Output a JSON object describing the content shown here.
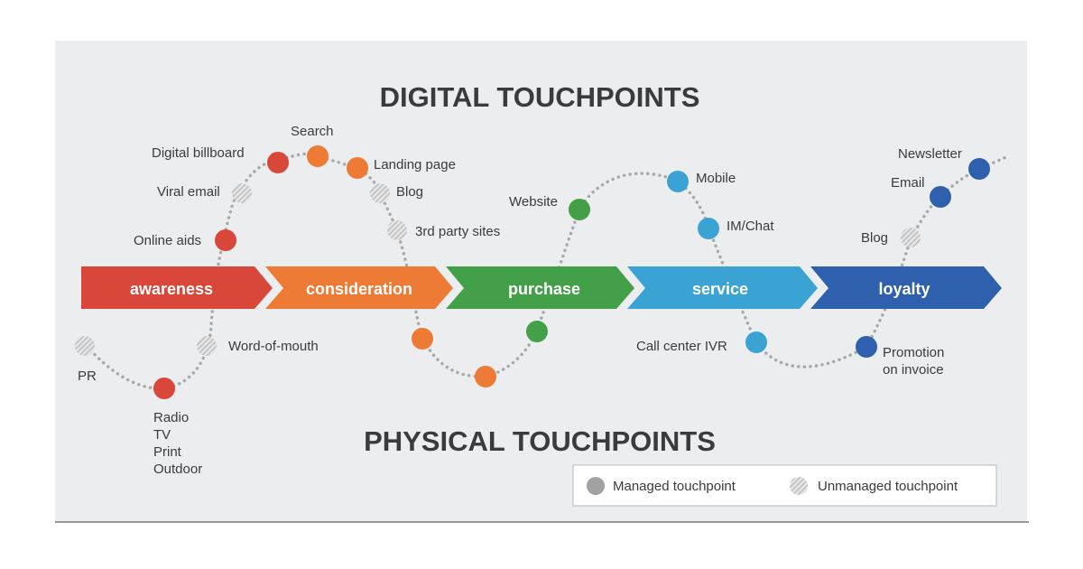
{
  "titles": {
    "digital": "DIGITAL TOUCHPOINTS",
    "physical": "PHYSICAL TOUCHPOINTS"
  },
  "stages": [
    {
      "label": "awareness",
      "color": "#d9473a"
    },
    {
      "label": "consideration",
      "color": "#ed7a35"
    },
    {
      "label": "purchase",
      "color": "#43a048"
    },
    {
      "label": "service",
      "color": "#3aa3d4"
    },
    {
      "label": "loyalty",
      "color": "#2f60ad"
    }
  ],
  "touchpoints": {
    "pr": {
      "label": "PR",
      "managed": false
    },
    "radio": {
      "label": "Radio",
      "managed": true
    },
    "tv": {
      "label": "TV"
    },
    "print": {
      "label": "Print"
    },
    "outdoor": {
      "label": "Outdoor"
    },
    "word_of_mouth": {
      "label": "Word-of-mouth",
      "managed": false
    },
    "online_aids": {
      "label": "Online aids",
      "managed": true
    },
    "viral_email": {
      "label": "Viral email",
      "managed": false
    },
    "digital_billboard": {
      "label": "Digital billboard",
      "managed": true
    },
    "search": {
      "label": "Search",
      "managed": true
    },
    "landing_page": {
      "label": "Landing page",
      "managed": true
    },
    "blog_consideration": {
      "label": "Blog",
      "managed": false
    },
    "third_party_sites": {
      "label": "3rd party sites",
      "managed": false
    },
    "website": {
      "label": "Website",
      "managed": true
    },
    "mobile": {
      "label": "Mobile",
      "managed": true
    },
    "im_chat": {
      "label": "IM/Chat",
      "managed": true
    },
    "call_center_ivr": {
      "label": "Call center IVR",
      "managed": true
    },
    "promotion_line1": {
      "label": "Promotion",
      "managed": true
    },
    "promotion_line2": {
      "label": "on invoice"
    },
    "blog_loyalty": {
      "label": "Blog",
      "managed": false
    },
    "email": {
      "label": "Email",
      "managed": true
    },
    "newsletter": {
      "label": "Newsletter",
      "managed": true
    }
  },
  "legend": {
    "managed": "Managed touchpoint",
    "unmanaged": "Unmanaged touchpoint"
  },
  "colors": {
    "panel": "#ecedee",
    "text": "#3a3b3f",
    "dots": "#a9a9a9",
    "unmanaged_gray": "#c6c6c6"
  }
}
